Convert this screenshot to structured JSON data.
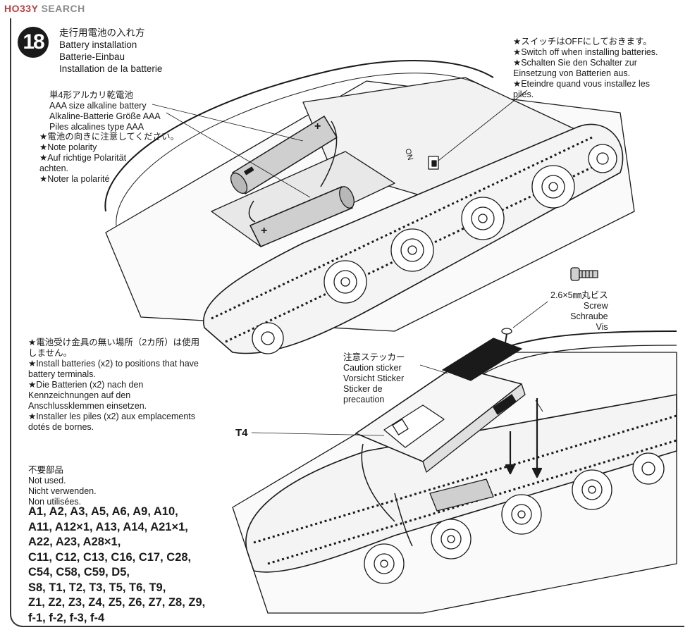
{
  "watermark": {
    "logo": "HO33Y",
    "search": "SEARCH"
  },
  "step": {
    "number": "18",
    "title_jp": "走行用電池の入れ方",
    "title_en": "Battery installation",
    "title_de": "Batterie-Einbau",
    "title_fr": "Installation de la batterie"
  },
  "switch_note": [
    "★スイッチはOFFにしておきます。",
    "★Switch off when installing batteries.",
    "★Schalten Sie den Schalter zur",
    "Einsetzung von Batterien aus.",
    "★Eteindre quand vous installez les",
    "piles."
  ],
  "battery_note": [
    "単4形アルカリ乾電池",
    "AAA size alkaline battery",
    "Alkaline-Batterie Größe AAA",
    "Piles alcalines type AAA"
  ],
  "polarity_note": [
    "★電池の向きに注意してください。",
    "★Note polarity",
    "★Auf richtige Polarität",
    "achten.",
    "★Noter la polarité"
  ],
  "terminal_note": [
    "★電池受け金具の無い場所（2カ所）は使用しません。",
    "★Install batteries (x2) to positions that have battery terminals.",
    "★Die Batterien (x2) nach den Kennzeichnungen auf den Anschlussklemmen einsetzen.",
    "★Installer les piles (x2) aux emplacements dotés de bornes."
  ],
  "screw_note": [
    "2.6×5㎜丸ビス",
    "Screw",
    "Schraube",
    "Vis"
  ],
  "sticker_note": [
    "注意ステッカー",
    "Caution sticker",
    "Vorsicht Sticker",
    "Sticker de",
    "precaution"
  ],
  "part_label": "T4",
  "switch_label": "ON",
  "not_used": [
    "不要部品",
    "Not used.",
    "Nicht verwenden.",
    "Non utilisées."
  ],
  "parts_list": [
    "A1, A2, A3, A5, A6, A9, A10,",
    "A11, A12×1, A13, A14, A21×1,",
    "A22, A23, A28×1,",
    "C11, C12, C13, C16, C17, C28,",
    "C54, C58, C59, D5,",
    "S8, T1, T2, T3, T5, T6, T9,",
    "Z1, Z2, Z3, Z4, Z5, Z6, Z7, Z8, Z9,",
    "f-1, f-2, f-3, f-4"
  ],
  "colors": {
    "ink": "#1a1a1a",
    "battery": "#cfcfcf",
    "accent": "#c23b3b"
  }
}
